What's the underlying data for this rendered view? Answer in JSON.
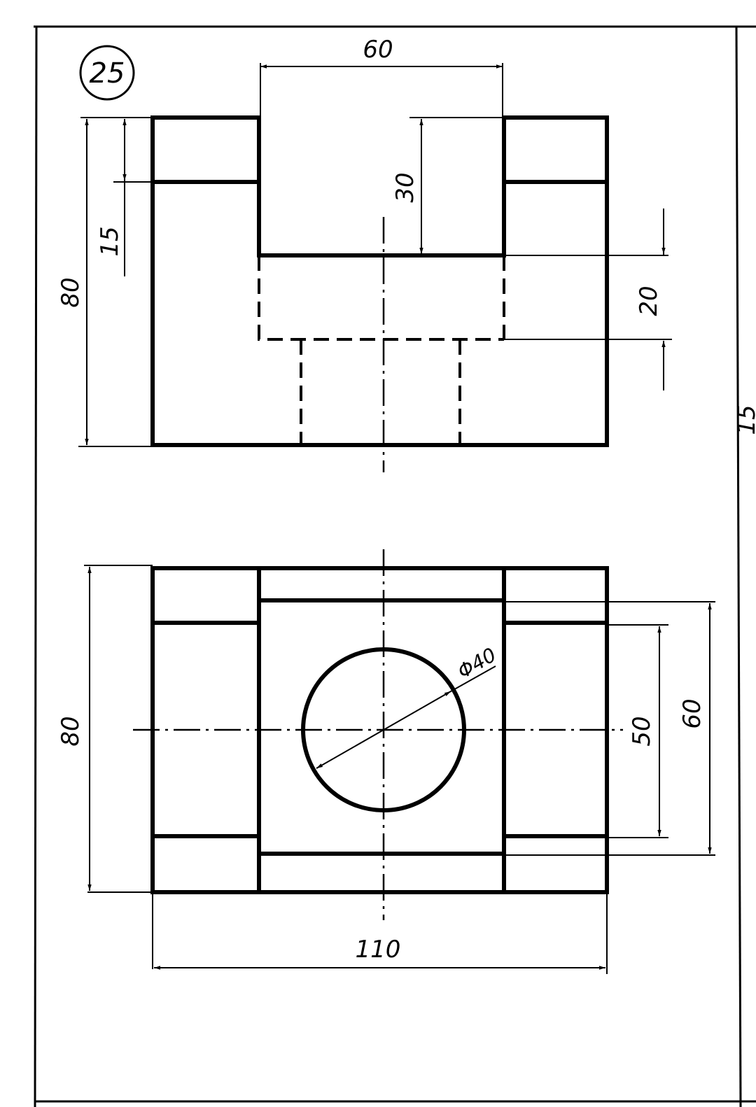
{
  "drawing": {
    "number": "25",
    "border_edge_text": "15"
  },
  "dimensions": {
    "top_width": "60",
    "top_height_total": "80",
    "top_step": "15",
    "top_slot_depth": "30",
    "top_right_gap": "20",
    "bottom_height_total": "80",
    "bottom_width_total": "110",
    "bottom_inner_50": "50",
    "bottom_inner_60": "60",
    "hole_diameter": "Φ40"
  }
}
